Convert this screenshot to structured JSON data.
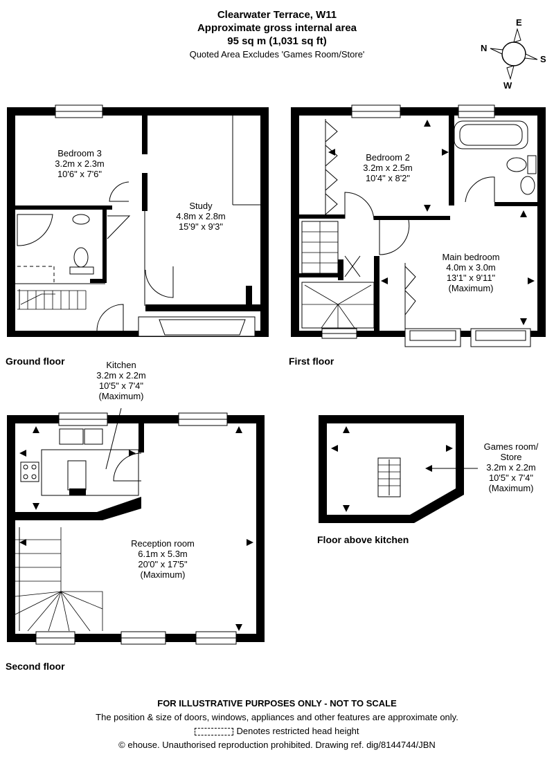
{
  "header": {
    "address": "Clearwater Terrace, W11",
    "area_title": "Approximate gross internal area",
    "area_value": "95 sq m (1,031 sq ft)",
    "area_note": "Quoted Area Excludes 'Games Room/Store'"
  },
  "compass": {
    "north": "N",
    "east": "E",
    "south": "S",
    "west": "W"
  },
  "floors": {
    "ground": "Ground floor",
    "first": "First floor",
    "second": "Second floor",
    "above_kitchen": "Floor above kitchen"
  },
  "rooms": {
    "bedroom3": {
      "name": "Bedroom 3",
      "metric": "3.2m x 2.3m",
      "imperial": "10'6\" x 7'6\""
    },
    "study": {
      "name": "Study",
      "metric": "4.8m x 2.8m",
      "imperial": "15'9\" x 9'3\""
    },
    "bedroom2": {
      "name": "Bedroom 2",
      "metric": "3.2m x 2.5m",
      "imperial": "10'4\" x 8'2\""
    },
    "main_bedroom": {
      "name": "Main bedroom",
      "metric": "4.0m x 3.0m",
      "imperial": "13'1\" x 9'11\"",
      "note": "(Maximum)"
    },
    "kitchen": {
      "name": "Kitchen",
      "metric": "3.2m x 2.2m",
      "imperial": "10'5\" x 7'4\"",
      "note": "(Maximum)"
    },
    "reception": {
      "name": "Reception room",
      "metric": "6.1m x 5.3m",
      "imperial": "20'0\" x 17'5\"",
      "note": "(Maximum)"
    },
    "games": {
      "name": "Games room/",
      "name2": "Store",
      "metric": "3.2m x 2.2m",
      "imperial": "10'5\" x 7'4\"",
      "note": "(Maximum)"
    }
  },
  "footer": {
    "disclaimer": "FOR ILLUSTRATIVE PURPOSES ONLY - NOT TO SCALE",
    "position_note": "The position & size of doors, windows, appliances and other features are approximate only.",
    "restricted_height": "Denotes restricted head height",
    "copyright": "© ehouse. Unauthorised reproduction prohibited. Drawing ref. dig/8144744/JBN"
  }
}
